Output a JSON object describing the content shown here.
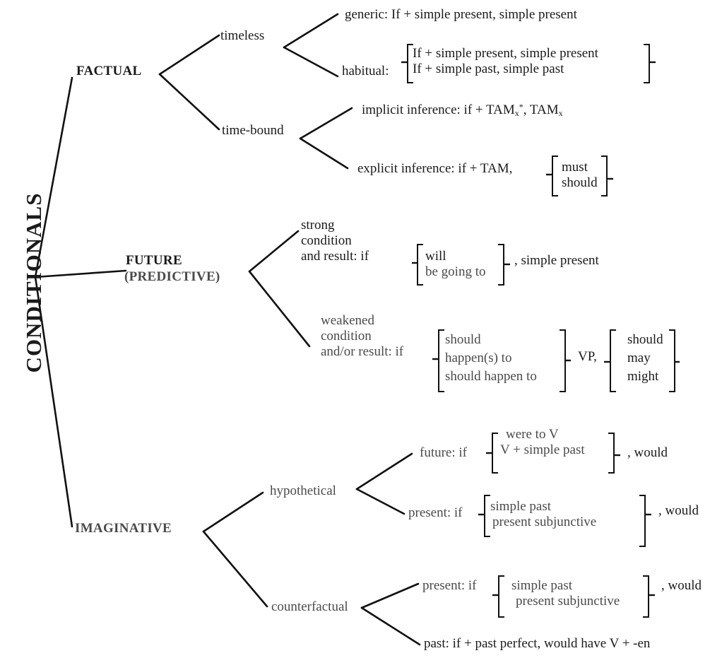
{
  "root": "CONDITIONALS",
  "factual": {
    "label": "FACTUAL",
    "timeless": {
      "label": "timeless",
      "generic": "generic: If + simple present, simple present",
      "habitual_label": "habitual:",
      "habitual_options": [
        "If + simple present, simple present",
        "If + simple past, simple past"
      ]
    },
    "time_bound": {
      "label": "time-bound",
      "implicit": {
        "text": "implicit inference: if + TAM",
        "sub1": "x",
        "sup1": "*",
        "mid": ", TAM",
        "sub2": "x"
      },
      "explicit": {
        "text": "explicit inference: if + TAM,",
        "options": [
          "must",
          "should"
        ]
      }
    }
  },
  "future": {
    "label_line1": "FUTURE",
    "label_line2": "(PREDICTIVE)",
    "strong": {
      "lines": [
        "strong",
        "condition",
        "and result: if"
      ],
      "options": [
        "will",
        "be going to"
      ],
      "suffix": ", simple present"
    },
    "weakened": {
      "lines": [
        "weakened",
        "condition",
        "and/or result: if"
      ],
      "options": [
        "should",
        "happen(s) to",
        "should happen to"
      ],
      "vp": "VP,",
      "result_options": [
        "should",
        "may",
        "might"
      ]
    }
  },
  "imaginative": {
    "label": "IMAGINATIVE",
    "hypothetical": {
      "label": "hypothetical",
      "future": {
        "label": "future: if",
        "options": [
          "were to V",
          "V + simple past"
        ],
        "suffix": ", would"
      },
      "present": {
        "label": "present: if",
        "options": [
          "simple past",
          "present subjunctive"
        ],
        "suffix": ", would"
      }
    },
    "counterfactual": {
      "label": "counterfactual",
      "present": {
        "label": "present: if",
        "options": [
          "simple past",
          "present subjunctive"
        ],
        "suffix": ", would"
      },
      "past": "past: if + past perfect, would have V + -en"
    }
  }
}
